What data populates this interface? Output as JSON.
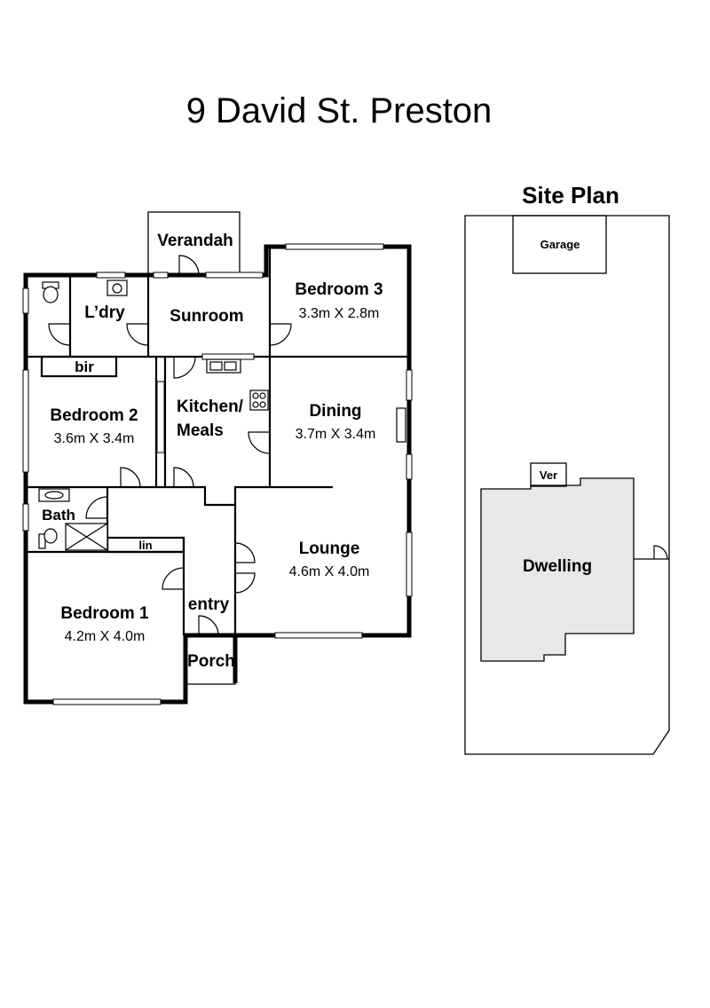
{
  "title": "9 David St. Preston",
  "floor_plan": {
    "rooms": {
      "verandah": {
        "name": "Verandah"
      },
      "laundry": {
        "name": "L’dry"
      },
      "sunroom": {
        "name": "Sunroom"
      },
      "bedroom3": {
        "name": "Bedroom 3",
        "dims": "3.3m X 2.8m"
      },
      "bir": {
        "name": "bir"
      },
      "bedroom2": {
        "name": "Bedroom 2",
        "dims": "3.6m X 3.4m"
      },
      "kitchen": {
        "name_line1": "Kitchen/",
        "name_line2": "Meals"
      },
      "dining": {
        "name": "Dining",
        "dims": "3.7m X 3.4m"
      },
      "bath": {
        "name": "Bath"
      },
      "lin": {
        "name": "lin"
      },
      "lounge": {
        "name": "Lounge",
        "dims": "4.6m X 4.0m"
      },
      "entry": {
        "name": "entry"
      },
      "bedroom1": {
        "name": "Bedroom 1",
        "dims": "4.2m X 4.0m"
      },
      "porch": {
        "name": "Porch"
      }
    }
  },
  "site_plan": {
    "title": "Site Plan",
    "garage": "Garage",
    "verandah": "Ver",
    "dwelling": "Dwelling",
    "dwelling_fill": "#e8e8e8"
  }
}
